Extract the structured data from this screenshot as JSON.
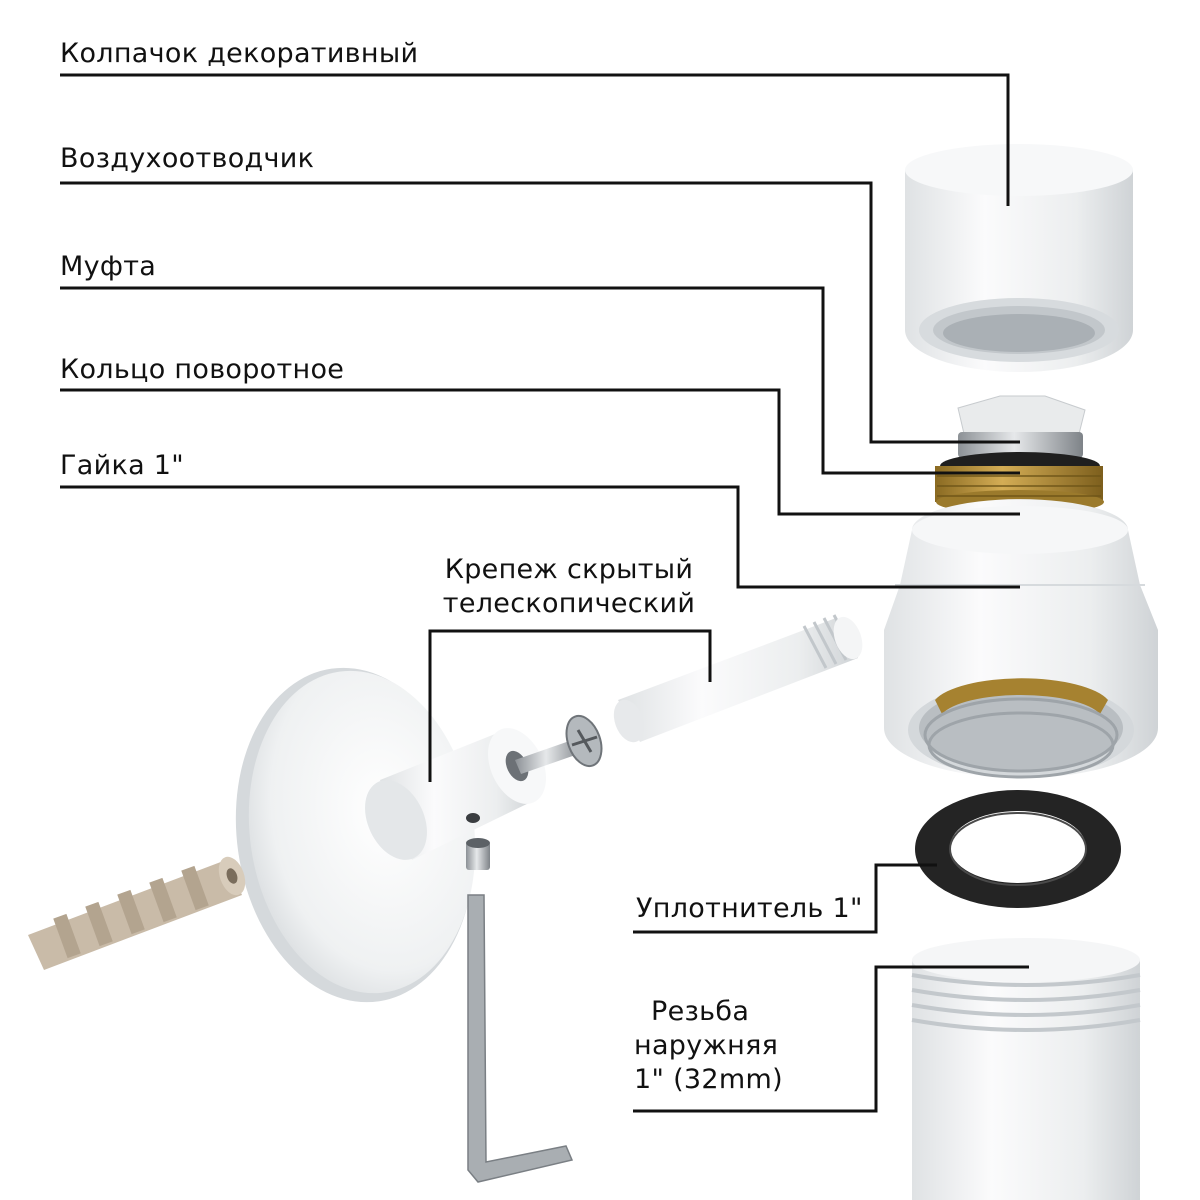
{
  "labels": {
    "cap": "Колпачок  декоративный",
    "air_vent": "Воздухоотводчик",
    "coupling": "Муфта",
    "swivel_ring": "Кольцо поворотное",
    "nut": "Гайка 1\"",
    "mount_line1": "Крепеж  скрытый",
    "mount_line2": "телескопический",
    "gasket": "Уплотнитель 1\"",
    "thread_line1": "Резьба",
    "thread_line2": "наружняя",
    "thread_line3": "1\" (32mm)"
  },
  "colors": {
    "part_white": "#f2f3f4",
    "part_shade": "#cfd3d6",
    "brass": "#b8923a",
    "gasket_black": "#262626",
    "dowel": "#c9bba8",
    "leader_line": "#111111"
  }
}
